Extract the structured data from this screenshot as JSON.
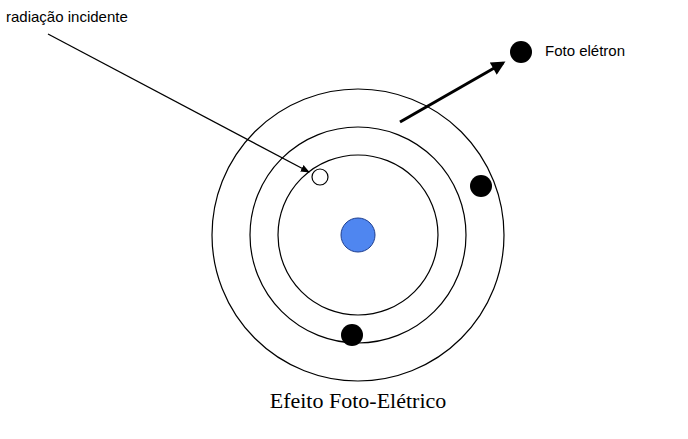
{
  "diagram": {
    "caption": "Efeito Foto-Elétrico",
    "labels": [
      "radiação incidente",
      "Foto elétron"
    ]
  }
}
